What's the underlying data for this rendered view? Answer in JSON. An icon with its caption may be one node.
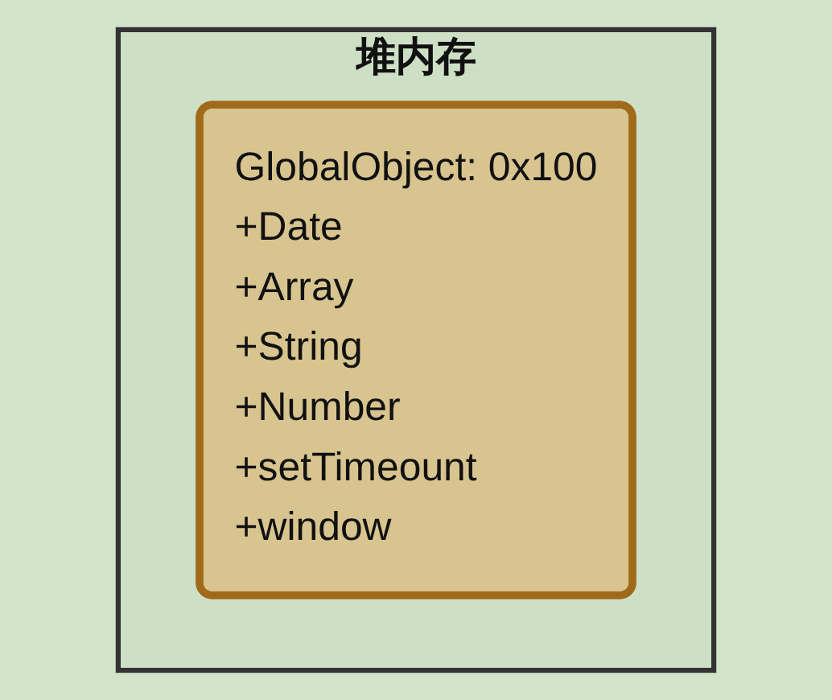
{
  "diagram": {
    "nodes": [
      {
        "text": [
          "堆内存"
        ]
      },
      {
        "text": [
          "GlobalObject: 0x100",
          "+Date",
          "+Array",
          "+String",
          "+Number",
          "+setTimeount",
          "+window"
        ],
        "in": 0
      }
    ],
    "edges": []
  }
}
